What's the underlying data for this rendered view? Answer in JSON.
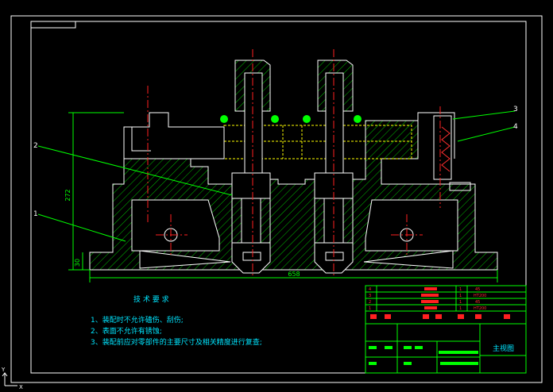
{
  "drawing": {
    "tech_req_title": "技 术 要 求",
    "tech_req": [
      "1、装配时不允许磕伤、刮伤;",
      "2、表面不允许有锈蚀;",
      "3、装配前应对零部件的主要尺寸及相关精度进行复查;"
    ],
    "dims": {
      "height": "272",
      "base": "30",
      "width": "658"
    },
    "balloons": [
      "1",
      "2",
      "3",
      "4"
    ],
    "title_block": {
      "drawing_name": "主视图",
      "bom": [
        {
          "no": "4",
          "qty": "1",
          "material": "45"
        },
        {
          "no": "3",
          "qty": "1",
          "material": "HT200"
        },
        {
          "no": "2",
          "qty": "1",
          "material": "45"
        },
        {
          "no": "1",
          "qty": "1",
          "material": "HT200"
        }
      ]
    },
    "ucs": {
      "y": "Y",
      "x": "X"
    }
  },
  "colors": {
    "background": "#000000",
    "outline": "#ffffff",
    "hatch": "#00c000",
    "centerline": "#ff2020",
    "hidden": "#ffff00",
    "text": "#00e5ff",
    "dim": "#00ff00"
  }
}
